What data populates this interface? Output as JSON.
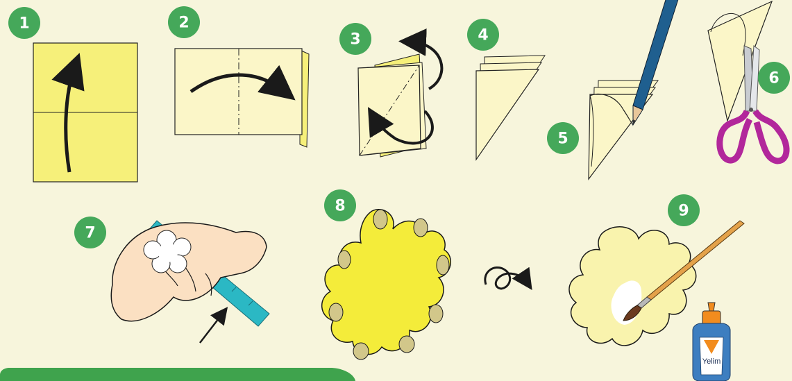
{
  "steps": [
    {
      "number": "1"
    },
    {
      "number": "2"
    },
    {
      "number": "3"
    },
    {
      "number": "4"
    },
    {
      "number": "5"
    },
    {
      "number": "6"
    },
    {
      "number": "7"
    },
    {
      "number": "8"
    },
    {
      "number": "9"
    }
  ],
  "glue_label": "Yelim",
  "colors": {
    "badge": "#45a85a",
    "paper_yellow": "#f6f07a",
    "paper_cream": "#fbf6c8",
    "flower_yellow": "#f4ec3a",
    "scissors": "#b2279b",
    "ruler": "#2bb8c4",
    "pencil": "#1f5f8f",
    "bottom_bar": "#3fa34d"
  }
}
